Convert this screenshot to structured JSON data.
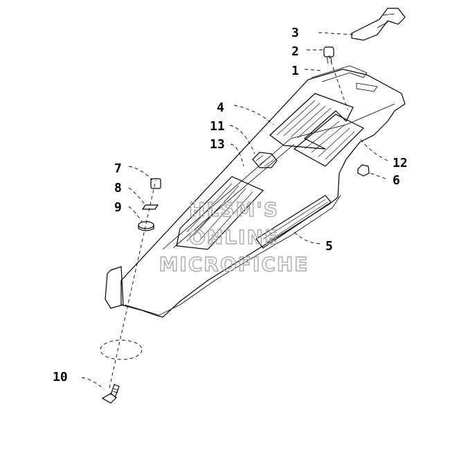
{
  "callouts": [
    {
      "label": "1"
    },
    {
      "label": "2"
    },
    {
      "label": "3"
    },
    {
      "label": "4"
    },
    {
      "label": "5"
    },
    {
      "label": "6"
    },
    {
      "label": "7"
    },
    {
      "label": "8"
    },
    {
      "label": "9"
    },
    {
      "label": "10"
    },
    {
      "label": "11"
    },
    {
      "label": "12"
    },
    {
      "label": "13"
    }
  ],
  "watermark": {
    "line1": "HLSM'S",
    "line2": "ONLINE",
    "line3": "MICROFICHE",
    "color": "#a9a9a9"
  }
}
